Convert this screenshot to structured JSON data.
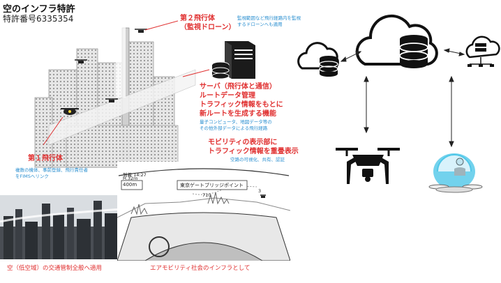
{
  "header": {
    "title": "空のインフラ特許",
    "patent_number": "特許番号6335354"
  },
  "labels": {
    "second_vehicle": [
      "第２飛行体",
      "（監視ドローン）"
    ],
    "second_vehicle_note": [
      "監視範囲など飛行経路内を監視",
      "するドローンへも適用"
    ],
    "server": [
      "サーバ（飛行体と通信）",
      "ルートデータ管理",
      "トラフィック情報をもとに",
      "新ルートを生成する機能"
    ],
    "server_note": [
      "量子コンピュータ、地図データ等の",
      "その他外部データによる飛行経路"
    ],
    "mobility_display": [
      "モビリティの表示部に",
      "トラフィック情報を重畳表示"
    ],
    "mobility_note": "空路の可視化、共有、認証",
    "first_vehicle": "第１飛行体",
    "first_vehicle_note": [
      "複数の機体、事前登録、飛行責任者",
      "をFIMSへリンク"
    ],
    "airspace_caption": "空（低空域）の交通管制全般へ適用",
    "mobility_caption": "エアモビリティ社会のインフラとして"
  },
  "hud": {
    "distance": "400m",
    "destination": "東京ゲートブリッジポイント",
    "arrival": "到着 14:27",
    "height": "H.32m",
    "marker_710": "710",
    "marker_3": "3"
  },
  "colors": {
    "red": "#e03030",
    "blue": "#2a8fd0",
    "cyan_pod": "#4fc7e8"
  },
  "icons": [
    "cloud-database-icon",
    "cloud-database-large-icon",
    "cloud-network-icon",
    "drone-icon",
    "air-taxi-icon",
    "server-icon",
    "database-icon"
  ]
}
